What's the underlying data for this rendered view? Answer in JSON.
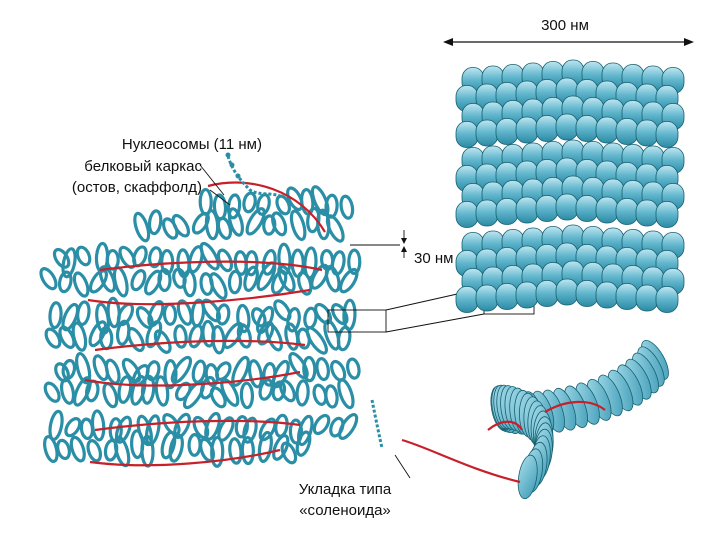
{
  "labels": {
    "scale_300": "300 нм",
    "nucleosomes": "Нуклеосомы (11 нм)",
    "scaffold_line1": "белковый каркас",
    "scaffold_line2": "(остов, скаффолд)",
    "scale_30": "30 нм",
    "solenoid_line1": "Укладка типа",
    "solenoid_line2": "«соленоида»"
  },
  "colors": {
    "chromatin": "#2a8fa6",
    "chromatin_dark": "#16606f",
    "fiber_light": "#8fd0e2",
    "fiber_mid": "#4aa9c4",
    "scaffold": "#c8202a",
    "text": "#111111"
  }
}
